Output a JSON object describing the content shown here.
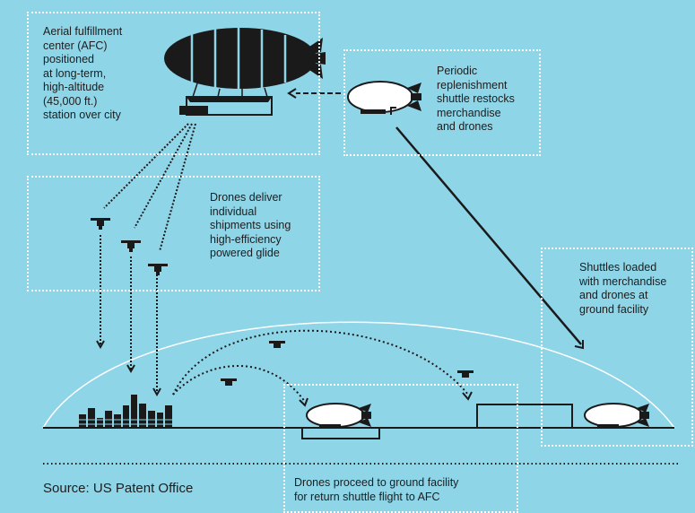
{
  "labels": {
    "afc": "Aerial fulfillment\ncenter (AFC)\npositioned\nat long-term,\nhigh-altitude\n(45,000 ft.)\nstation over city",
    "replenish": "Periodic\nreplenishment\nshuttle restocks\nmerchandise\nand drones",
    "drones": "Drones deliver\nindividual\nshipments using\nhigh-efficiency\npowered glide",
    "shuttles": "Shuttles loaded\nwith merchandise\nand drones at\nground facility",
    "ground": "Drones proceed to ground facility\nfor return shuttle flight to AFC"
  },
  "source": "Source: US Patent Office",
  "colors": {
    "background": "#8fd5e8",
    "ink": "#1a1a1a",
    "dotted_frame": "#ffffff"
  },
  "icons": [
    "airship-icon",
    "shuttle-airship-icon",
    "drone-icon",
    "city-skyline-icon",
    "ground-facility-icon"
  ]
}
